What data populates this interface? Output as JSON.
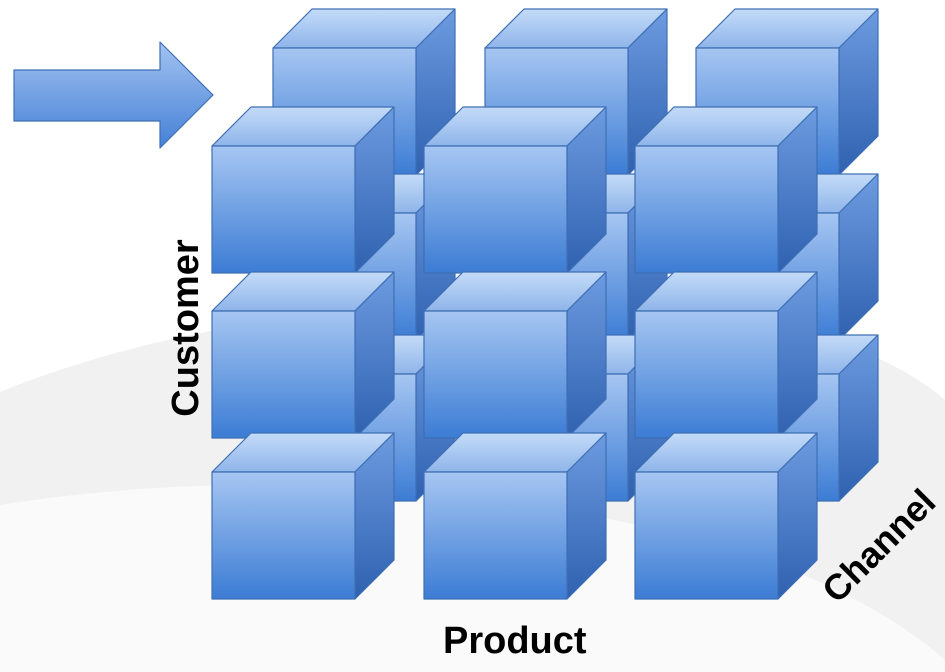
{
  "labels": {
    "customer": "Customer",
    "product": "Product",
    "channel": "Channel"
  },
  "cube_grid": {
    "columns": 3,
    "rows": 3,
    "layers": 2
  },
  "colors": {
    "cube_front_top": "#a6c6f2",
    "cube_front_bottom": "#3c7cd4",
    "cube_top_light": "#c4dbf8",
    "cube_top_dark": "#8fb5ea",
    "cube_side_light": "#6d9be0",
    "cube_side_dark": "#2f61b0",
    "cube_edge": "#3e6fb4",
    "arrow_top": "#a3c3f1",
    "arrow_bottom": "#4580d6",
    "background_swoosh": "#eeeeee"
  }
}
